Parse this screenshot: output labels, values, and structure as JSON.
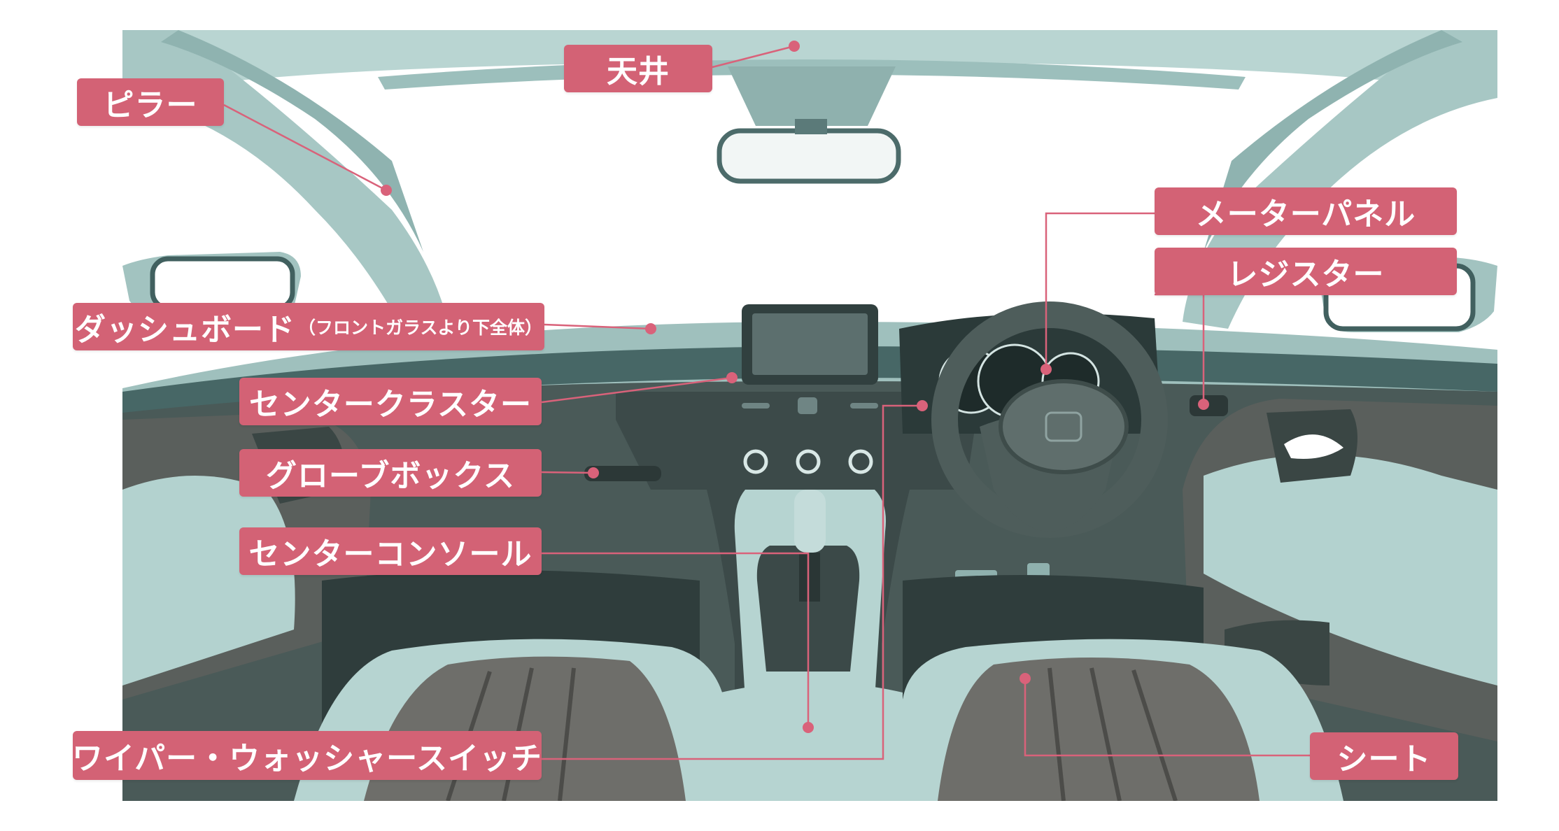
{
  "labels": {
    "ceiling": "天井",
    "pillar": "ピラー",
    "dashboard": "ダッシュボード",
    "dashboard_note": "（フロントガラスより下全体）",
    "center_cluster": "センタークラスター",
    "glovebox": "グローブボックス",
    "center_console": "センターコンソール",
    "wiper_switch": "ワイパー・ウォッシャースイッチ",
    "meter_panel": "メーターパネル",
    "register": "レジスター",
    "seat": "シート"
  },
  "colors": {
    "label_bg": "#d36275",
    "leader_line": "#d9627a",
    "interior_light": "#b6d4d1",
    "interior_mid": "#5f7e7d",
    "interior_dark": "#233c3d",
    "seat_fabric": "#6e6e6a"
  }
}
